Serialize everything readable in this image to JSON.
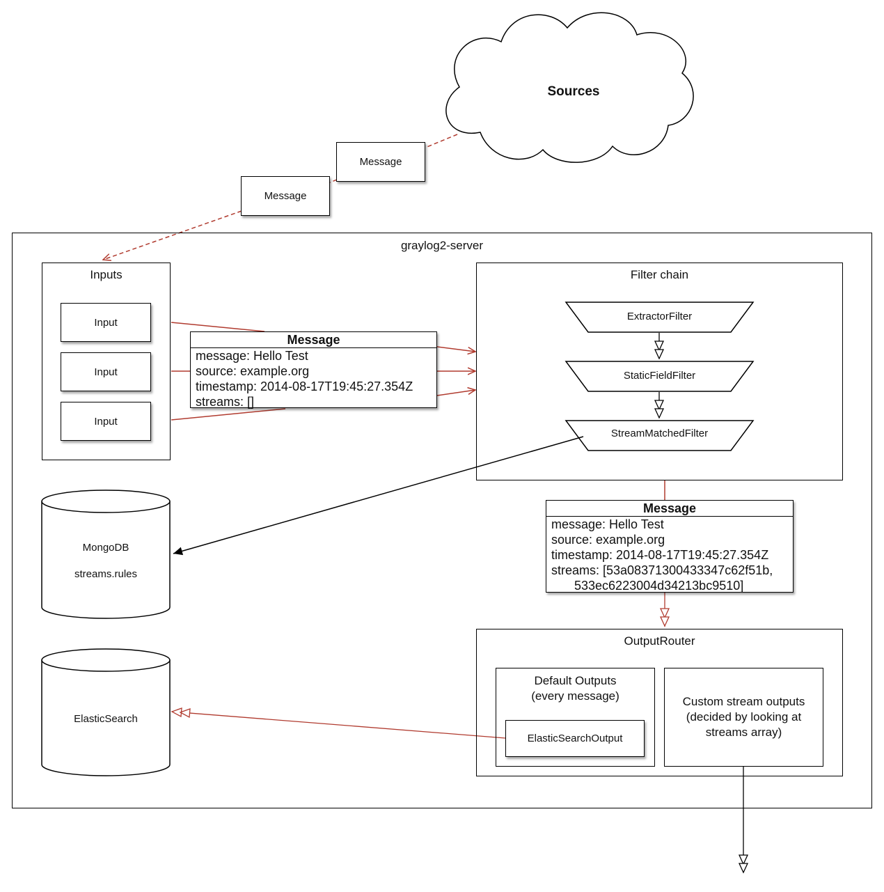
{
  "sources": {
    "label": "Sources"
  },
  "flying_messages": [
    {
      "label": "Message"
    },
    {
      "label": "Message"
    }
  ],
  "server": {
    "title": "graylog2-server"
  },
  "inputs": {
    "title": "Inputs",
    "items": [
      {
        "label": "Input"
      },
      {
        "label": "Input"
      },
      {
        "label": "Input"
      }
    ]
  },
  "message_in": {
    "title": "Message",
    "lines": [
      "message: Hello Test",
      "source: example.org",
      "timestamp: 2014-08-17T19:45:27.354Z",
      "streams: []"
    ]
  },
  "filter_chain": {
    "title": "Filter chain",
    "filters": [
      {
        "label": "ExtractorFilter"
      },
      {
        "label": "StaticFieldFilter"
      },
      {
        "label": "StreamMatchedFilter"
      }
    ]
  },
  "message_out": {
    "title": "Message",
    "lines": [
      "message: Hello Test",
      "source: example.org",
      "timestamp: 2014-08-17T19:45:27.354Z",
      "streams: [53a08371300433347c62f51b,"
    ],
    "continuation": "533ec6223004d34213bc9510]"
  },
  "mongodb": {
    "title": "MongoDB",
    "subtitle": "streams.rules"
  },
  "elasticsearch": {
    "title": "ElasticSearch"
  },
  "output_router": {
    "title": "OutputRouter",
    "default_outputs": {
      "title_line1": "Default Outputs",
      "title_line2": "(every message)",
      "output": "ElasticSearchOutput"
    },
    "custom_outputs": {
      "line1": "Custom stream outputs",
      "line2": "(decided by looking at",
      "line3": "streams array)"
    }
  },
  "colors": {
    "red_line": "#b03a2e",
    "black": "#000000"
  }
}
